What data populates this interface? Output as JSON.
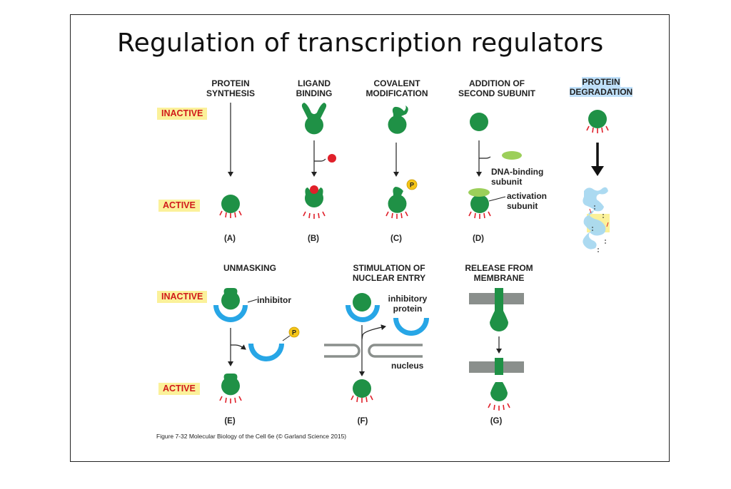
{
  "title": "Regulation of transcription regulators",
  "credit": "Figure 7-32  Molecular Biology of the Cell 6e (© Garland Science 2015)",
  "states": {
    "inactive": "INACTIVE",
    "active": "ACTIVE"
  },
  "headers": {
    "a": [
      "PROTEIN",
      "SYNTHESIS"
    ],
    "b": [
      "LIGAND",
      "BINDING"
    ],
    "c": [
      "COVALENT",
      "MODIFICATION"
    ],
    "d": [
      "ADDITION OF",
      "SECOND SUBUNIT"
    ],
    "deg": [
      "PROTEIN",
      "DEGRADATION"
    ],
    "e": [
      "UNMASKING"
    ],
    "f": [
      "STIMULATION OF",
      "NUCLEAR ENTRY"
    ],
    "g": [
      "RELEASE FROM",
      "MEMBRANE"
    ]
  },
  "labels": {
    "phospho": "P",
    "dna_binding": [
      "DNA-binding",
      "subunit"
    ],
    "activation": [
      "activation",
      "subunit"
    ],
    "inhibitor": "inhibitor",
    "inhibitory_protein": [
      "inhibitory",
      "protein"
    ],
    "nucleus": "nucleus"
  },
  "captions": [
    "(A)",
    "(B)",
    "(C)",
    "(D)",
    "(E)",
    "(F)",
    "(G)"
  ],
  "colors": {
    "protein": "#1f9146",
    "ligand": "#e0202a",
    "phosphate": "#f5c518",
    "second_subunit": "#9ccf5a",
    "inhibitor": "#27a6e6",
    "membrane": "#8a8f8c",
    "fragments": "#a8d8f0",
    "state_text": "#d11a1a",
    "state_bg": "#fbf19a",
    "degradation_highlight": "#bfe0fa"
  }
}
